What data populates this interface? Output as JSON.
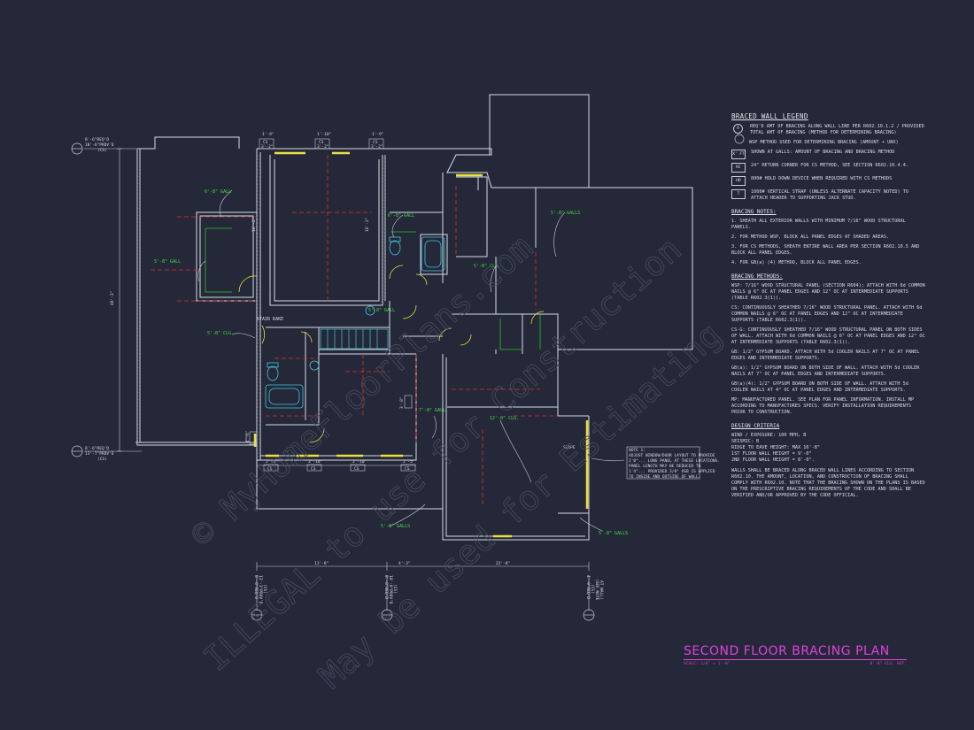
{
  "plan": {
    "dimension_labels": {
      "top1": "1'-9\"",
      "top2": "1'-10\"",
      "top3": "1'-9\"",
      "cs1": "CS",
      "cs1b": "3'-2\"",
      "cs2": "CS",
      "cs2b": "3'-2\"",
      "cs3": "CS",
      "cs3b": "3'-2\"",
      "left_height": "48'-3\"",
      "bottom_run1": "11'-8\"",
      "bottom_run2": "4'-3\"",
      "bottom_run3": "22'-8\"",
      "bottom_seg1": "2'-5\"",
      "bottom_seg2": "3'-10\"",
      "bottom_seg3": "3'-10\"",
      "bottom_seg4": "2'-5\"",
      "cs_b1": "CS",
      "cs_b2": "CS",
      "cs_b3": "CS",
      "cs_b4": "CS",
      "left_small": "4'-6\"",
      "mid_small": "3'-8\"",
      "v1": "16'-2\"",
      "v2": "16'-2\""
    },
    "grid_lines": {
      "a_top": "8'-6\"REQ'D",
      "a_mid": "18'-6\"PROV'D",
      "a_bot": "(CS)",
      "b_top": "8'-6\"REQ'D",
      "b_mid": "13'-7\"PROV'D",
      "b_bot": "(CS)",
      "c1": "8'-8\"REQ'D",
      "c2": "13'-3\"PROV'D",
      "c3": "(CS)",
      "d1": "8'-8\"REQ'D",
      "d2": "10'-0\"PROV'D",
      "d3": "(CS)",
      "e1": "4'-9\"REQ'D",
      "e2": "(CS)",
      "e3": "(SEE NOTE",
      "e4": "AT WALL)"
    },
    "room_labels": {
      "wall1": "6'-8\" GALL",
      "wall2": "5'-8\" GALL",
      "wall3": "6'-8\" GALL",
      "wall4": "5'-8\" GALLS",
      "clg1": "5'-8\" CLG.",
      "clg2": "5'-8\" CLG.",
      "clg3": "12'-0\" CLG.",
      "stair": "STAIR RAKE",
      "gall5": "7'-8\" GALL",
      "walls6": "5'-8\" GALLS",
      "walls7": "5'-8\" GALLS",
      "slope": "SLOPE",
      "gall8": "5'-8\" GALL"
    },
    "note": {
      "title": "NOTE 1:",
      "lines": [
        "ADJUST WINDOW/DOOR LAYOUT TO PROVIDE",
        "2'0\"... LONG PANEL AT THESE LOCATIONS.",
        "PANEL LENGTH MAY BE REDUCED TO",
        "1'4\"...  PROVIDED 3/8\" OSB IS APPLIED",
        "TO INSIDE AND OUTSIDE OF WALL."
      ]
    }
  },
  "legend": {
    "title": "BRACED WALL LEGEND",
    "rows": [
      {
        "sym": "A",
        "text": "REQ'D AMT OF BRACING ALONG WALL LINE PER R602.10.1.2 / PROVIDED TOTAL AMT OF BRACING (METHOD FOR DETERMINING BRACING)"
      },
      {
        "sym": "",
        "text": "WSP METHOD USED FOR DETERMINING BRACING (AMOUNT + UNO)"
      },
      {
        "sym": "X' FT",
        "text": "SHOWN AT GALLS: AMOUNT OF BRACING AND BRACING METHOD"
      },
      {
        "sym": "RC",
        "text": "24\" RETURN CORNER FOR CS METHOD, SEE SECTION R602.10.4.4."
      },
      {
        "sym": "HD",
        "text": "800# HOLD DOWN DEVICE WHEN REQUIRED WITH CS METHODS"
      },
      {
        "sym": "T",
        "text": "1000# VERTICAL STRAP (UNLESS ALTERNATE CAPACITY NOTED) TO ATTACH HEADER TO SUPPORTING JACK STUD."
      }
    ]
  },
  "bracing_notes": {
    "title": "BRACING NOTES:",
    "items": [
      "1. SHEATH ALL EXTERIOR WALLS WITH MINIMUM 7/16\" WOOD STRUCTURAL PANELS.",
      "2. FOR METHOD WSP, BLOCK ALL PANEL EDGES AT SHADED AREAS.",
      "3. FOR CS METHODS, SHEATH ENTIRE WALL AREA PER SECTION R602.10.5 AND BLOCK ALL PANEL EDGES.",
      "4. FOR GB(a) (4) METHOD, BLOCK ALL PANEL EDGES."
    ]
  },
  "bracing_methods": {
    "title": "BRACING METHODS:",
    "items": [
      "WSP: 7/16\" WOOD STRUCTURAL PANEL (SECTION R604); ATTACH WITH 6d COMMON NAILS @ 6\" OC AT PANEL EDGES AND 12\" OC AT INTERMEDIATE SUPPORTS (TABLE R602.3(1)).",
      "CS: CONTINUOUSLY SHEATHED 7/16\" WOOD STRUCTURAL PANEL. ATTACH WITH 6d COMMON NAILS @ 6\" OC AT PANEL EDGES AND 12\" OC AT INTERMEDIATE SUPPORTS (TABLE R602.3(1)).",
      "CS-G: CONTINUOUSLY SHEATHED 7/16\" WOOD STRUCTURAL PANEL ON BOTH SIDES OF WALL. ATTACH WITH 6d COMMON NAILS @ 6\" OC AT PANEL EDGES AND 12\" OC AT INTERMEDIATE SUPPORTS (TABLE R602.3(1)).",
      "GB: 1/2\" GYPSUM BOARD. ATTACH WITH 5d COOLER NAILS AT 7\" OC AT PANEL EDGES AND INTERMEDIATE SUPPORTS.",
      "GB(a): 1/2\" GYPSUM BOARD ON BOTH SIDE OF WALL. ATTACH WITH 5d COOLER NAILS AT 7\" OC AT PANEL EDGES AND INTERMEDIATE SUPPORTS.",
      "GB(a)(4): 1/2\" GYPSUM BOARD ON BOTH SIDE OF WALL. ATTACH WITH 5d COOLER NAILS AT 4\" OC AT PANEL EDGES AND INTERMEDIATE SUPPORTS.",
      "MP: MANUFACTURED PANEL. SEE PLAN FOR PANEL INFORMATION. INSTALL MP ACCORDING TO MANUFACTURES SPECS. VERIFY INSTALLATION REQUIREMENTS PRIOR TO CONSTRUCTION."
    ]
  },
  "design_criteria": {
    "title": "DESIGN CRITERIA",
    "items": [
      "WIND / EXPOSURE: 100 MPH, B",
      "SEISMIC: B",
      "RIDGE TO EAVE HEIGHT: MAX 16'-8\"",
      "1ST FLOOR WALL HEIGHT = 9'-0\"",
      "2ND FLOOR WALL HEIGHT = 8'-0\"."
    ],
    "paragraph": "WALLS SHALL BE BRACED ALONG BRACED WALL LINES ACCORDING TO SECTION R602.10. THE AMOUNT, LOCATION, AND CONSTRUCTION OF BRACING SHALL COMPLY WITH R602.10. NOTE THAT THE BRACING SHOWN ON THE PLANS IS BASED ON THE PRESCRIPTIVE BRACING REQUIREMENTS OF THE CODE AND SHALL BE VERIFIED AND/OR APPROVED BY THE CODE OFFICIAL."
  },
  "title_block": {
    "title": "SECOND FLOOR BRACING PLAN",
    "scale_label": "SCALE:",
    "scale_value": "1/4\" = 1'-0\"",
    "clg": "8'-0\" CLG. HGT."
  },
  "watermark": {
    "line1": "© MyHomeFloorPlans.com",
    "line2": "ILLEGAL to use for Construction",
    "line3": "May be used for Estimating"
  },
  "colors": {
    "background": "#252838",
    "wall_line": "#d8dbe6",
    "yellow": "#e8e040",
    "green_label": "#40e040",
    "red_dash": "#e03030",
    "cyan": "#40c8e0",
    "title_magenta": "#e040e0"
  }
}
